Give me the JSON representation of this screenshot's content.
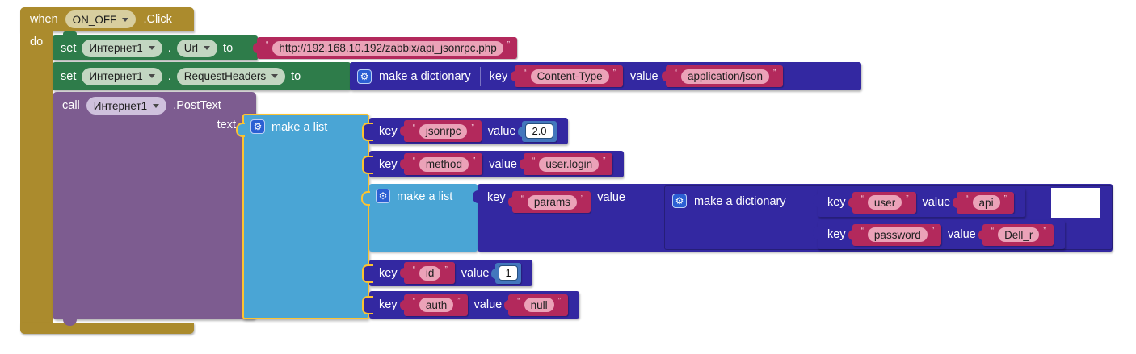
{
  "glyphs": {
    "open_quote": "“",
    "close_quote": "”"
  },
  "labels": {
    "when": "when",
    "do": "do",
    "set": "set",
    "to": "to",
    "call": "call",
    "dot": ".",
    "key": "key",
    "value": "value",
    "make_a_list": "make a list",
    "make_a_dictionary": "make a dictionary",
    "text_param": "text"
  },
  "when_block": {
    "component": "ON_OFF",
    "event": ".Click"
  },
  "set_url": {
    "component": "Интернет1",
    "property": "Url",
    "url_text": "http://192.168.10.192/zabbix/api_jsonrpc.php"
  },
  "set_headers": {
    "component": "Интернет1",
    "property": "RequestHeaders",
    "pair": {
      "key": "Content-Type",
      "value": "application/json"
    }
  },
  "call_post": {
    "component": "Интернет1",
    "method": ".PostText"
  },
  "post_body": {
    "jsonrpc": {
      "key": "jsonrpc",
      "number": "2.0"
    },
    "method": {
      "key": "method",
      "value": "user.login"
    },
    "params": {
      "key": "params",
      "dict": {
        "user": {
          "key": "user",
          "value": "api"
        },
        "password": {
          "key": "password",
          "value": "Dell_r"
        }
      }
    },
    "id": {
      "key": "id",
      "number": "1"
    },
    "auth": {
      "key": "auth",
      "value": "null"
    }
  },
  "colors": {
    "event_gold": "#AB8B2D",
    "setter_green": "#2E7C4A",
    "method_purple": "#7D5C90",
    "pair_indigo": "#3328A1",
    "list_blue": "#4AA5D5",
    "math_blue": "#4377BD",
    "text_crimson": "#B3295C",
    "selection_yellow": "#FCC331"
  }
}
